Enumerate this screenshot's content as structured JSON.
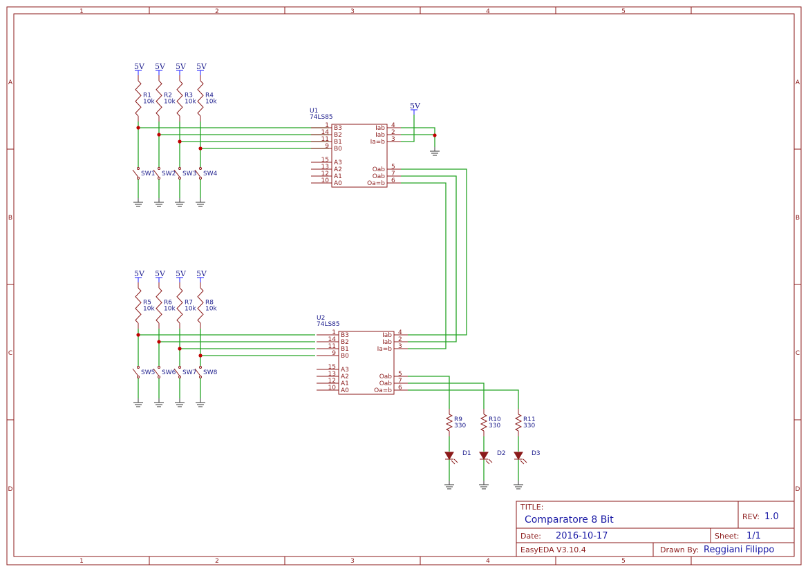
{
  "frame": {
    "columns": [
      "1",
      "2",
      "3",
      "4",
      "5"
    ],
    "rows": [
      "A",
      "B",
      "C",
      "D"
    ]
  },
  "power_label": "5V",
  "ics": [
    {
      "ref": "U1",
      "part": "74LS85",
      "left_pins": [
        {
          "num": "1",
          "name": "B3"
        },
        {
          "num": "14",
          "name": "B2"
        },
        {
          "num": "11",
          "name": "B1"
        },
        {
          "num": "9",
          "name": "B0"
        },
        {
          "num": "15",
          "name": "A3"
        },
        {
          "num": "13",
          "name": "A2"
        },
        {
          "num": "12",
          "name": "A1"
        },
        {
          "num": "10",
          "name": "A0"
        }
      ],
      "right_pins": [
        {
          "num": "4",
          "name": "Iab"
        },
        {
          "num": "2",
          "name": "Iab"
        },
        {
          "num": "3",
          "name": "Ia=b"
        },
        {
          "num": "5",
          "name": "Oab"
        },
        {
          "num": "7",
          "name": "Oab"
        },
        {
          "num": "6",
          "name": "Oa=b"
        }
      ]
    },
    {
      "ref": "U2",
      "part": "74LS85",
      "left_pins": [
        {
          "num": "1",
          "name": "B3"
        },
        {
          "num": "14",
          "name": "B2"
        },
        {
          "num": "11",
          "name": "B1"
        },
        {
          "num": "9",
          "name": "B0"
        },
        {
          "num": "15",
          "name": "A3"
        },
        {
          "num": "13",
          "name": "A2"
        },
        {
          "num": "12",
          "name": "A1"
        },
        {
          "num": "10",
          "name": "A0"
        }
      ],
      "right_pins": [
        {
          "num": "4",
          "name": "Iab"
        },
        {
          "num": "2",
          "name": "Iab"
        },
        {
          "num": "3",
          "name": "Ia=b"
        },
        {
          "num": "5",
          "name": "Oab"
        },
        {
          "num": "7",
          "name": "Oab"
        },
        {
          "num": "6",
          "name": "Oa=b"
        }
      ]
    }
  ],
  "resistors_top": [
    {
      "ref": "R1",
      "value": "10k"
    },
    {
      "ref": "R2",
      "value": "10k"
    },
    {
      "ref": "R3",
      "value": "10k"
    },
    {
      "ref": "R4",
      "value": "10k"
    }
  ],
  "resistors_bottom": [
    {
      "ref": "R5",
      "value": "10k"
    },
    {
      "ref": "R6",
      "value": "10k"
    },
    {
      "ref": "R7",
      "value": "10k"
    },
    {
      "ref": "R8",
      "value": "10k"
    }
  ],
  "switches_top": [
    "SW1",
    "SW2",
    "SW3",
    "SW4"
  ],
  "switches_bottom": [
    "SW5",
    "SW6",
    "SW7",
    "SW8"
  ],
  "resistors_out": [
    {
      "ref": "R9",
      "value": "330"
    },
    {
      "ref": "R10",
      "value": "330"
    },
    {
      "ref": "R11",
      "value": "330"
    }
  ],
  "leds": [
    "D1",
    "D2",
    "D3"
  ],
  "title_block": {
    "title_label": "TITLE:",
    "title": "Comparatore 8 Bit",
    "rev_label": "REV:",
    "rev": "1.0",
    "date_label": "Date:",
    "date": "2016-10-17",
    "sheet_label": "Sheet:",
    "sheet": "1/1",
    "tool": "EasyEDA V3.10.4",
    "drawn_label": "Drawn By:",
    "drawn_by": "Reggiani Filippo"
  },
  "colors": {
    "frame": "#8b1a1a",
    "wire": "#23a323",
    "text_blue": "#1a1a8b",
    "power": "#1a1aff",
    "junction": "#c00000"
  }
}
